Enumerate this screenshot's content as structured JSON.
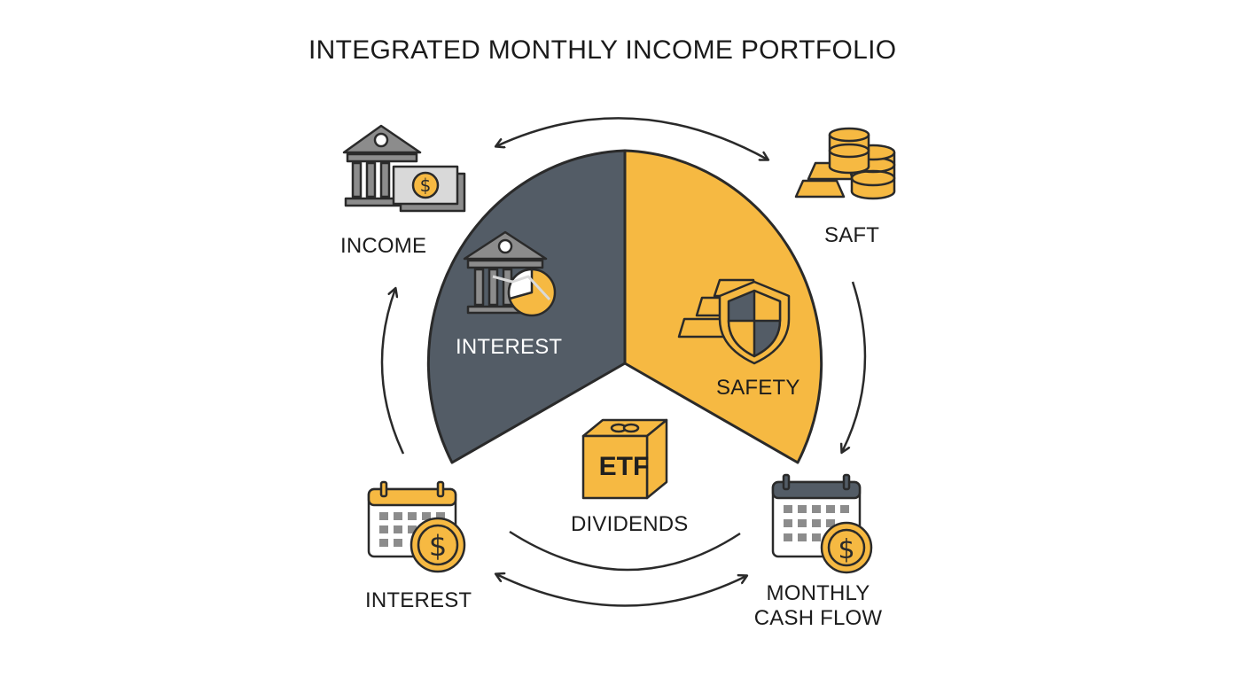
{
  "title": "INTEGRATED MONTHLY INCOME PORTFOLIO",
  "colors": {
    "slate": "#535c66",
    "gold": "#f6b942",
    "gray": "#8c8c8c",
    "ink": "#2a2a2a"
  },
  "segments": [
    {
      "label": "INTEREST",
      "color": "#535c66",
      "icon": "bank-chart-icon"
    },
    {
      "label": "SAFETY",
      "color": "#f6b942",
      "icon": "gold-shield-icon"
    },
    {
      "label": "DIVIDENDS",
      "color": "#ffffff",
      "icon": "etf-box-icon",
      "badge": "ETF"
    }
  ],
  "nodes": {
    "income": {
      "label": "INCOME",
      "icon": "bank-cash-icon"
    },
    "saft": {
      "label": "SAFT",
      "icon": "gold-coins-icon"
    },
    "interest": {
      "label": "INTEREST",
      "icon": "calendar-dollar-icon"
    },
    "monthly": {
      "line1": "MONTHLY",
      "line2": "CASH FLOW",
      "icon": "calendar-dollar-icon"
    }
  }
}
